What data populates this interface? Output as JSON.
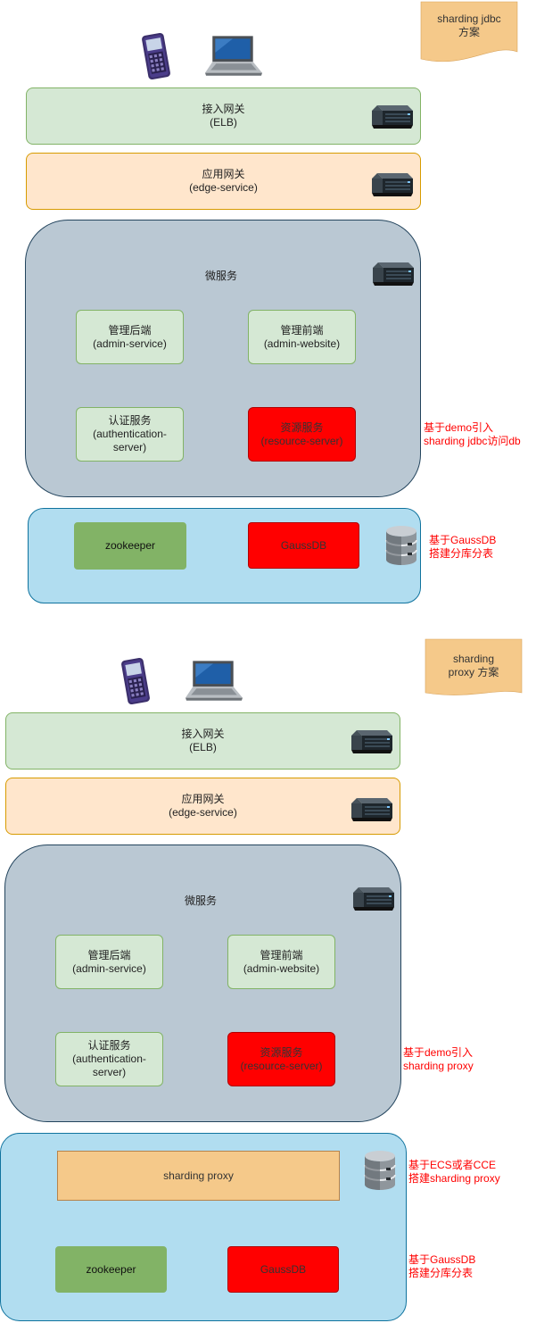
{
  "top": {
    "note": [
      "sharding jdbc",
      "方案"
    ],
    "elb": {
      "title": "接入网关",
      "sub": "(ELB)"
    },
    "edge": {
      "title": "应用网关",
      "sub": "(edge-service)"
    },
    "micro_title": "微服务",
    "services": {
      "admin_service": [
        "管理后端",
        "(admin-service)"
      ],
      "admin_website": [
        "管理前端",
        "(admin-website)"
      ],
      "auth": [
        "认证服务",
        "(authentication-",
        "server)"
      ],
      "resource": [
        "资源服务",
        "(resource-server)"
      ]
    },
    "zookeeper": "zookeeper",
    "gaussdb": "GaussDB",
    "side_note_1": [
      "基于demo引入",
      "sharding jdbc访问db"
    ],
    "side_note_2": [
      "基于GaussDB",
      "搭建分库分表"
    ]
  },
  "bottom": {
    "note": [
      "sharding",
      "proxy 方案"
    ],
    "elb": {
      "title": "接入网关",
      "sub": "(ELB)"
    },
    "edge": {
      "title": "应用网关",
      "sub": "(edge-service)"
    },
    "micro_title": "微服务",
    "services": {
      "admin_service": [
        "管理后端",
        "(admin-service)"
      ],
      "admin_website": [
        "管理前端",
        "(admin-website)"
      ],
      "auth": [
        "认证服务",
        "(authentication-",
        "server)"
      ],
      "resource": [
        "资源服务",
        "(resource-server)"
      ]
    },
    "sharding_proxy": "sharding proxy",
    "zookeeper": "zookeeper",
    "gaussdb": "GaussDB",
    "side_note_1": [
      "基于demo引入",
      "sharding proxy"
    ],
    "side_note_2": [
      "基于ECS或者CCE",
      "搭建sharding proxy"
    ],
    "side_note_3": [
      "基于GaussDB",
      "搭建分库分表"
    ]
  },
  "colors": {
    "elb_fill": "#d5e8d4",
    "edge_fill": "#ffe6cc",
    "micro_fill": "#bac8d3",
    "data_fill": "#b1ddf0",
    "zookeeper_fill": "#82b366",
    "gaussdb_fill": "#ff0000",
    "note_fill": "#f5c98a",
    "annotation_text": "#ff0000"
  },
  "icons": [
    "phone-icon",
    "laptop-icon",
    "server-icon",
    "database-icon"
  ]
}
